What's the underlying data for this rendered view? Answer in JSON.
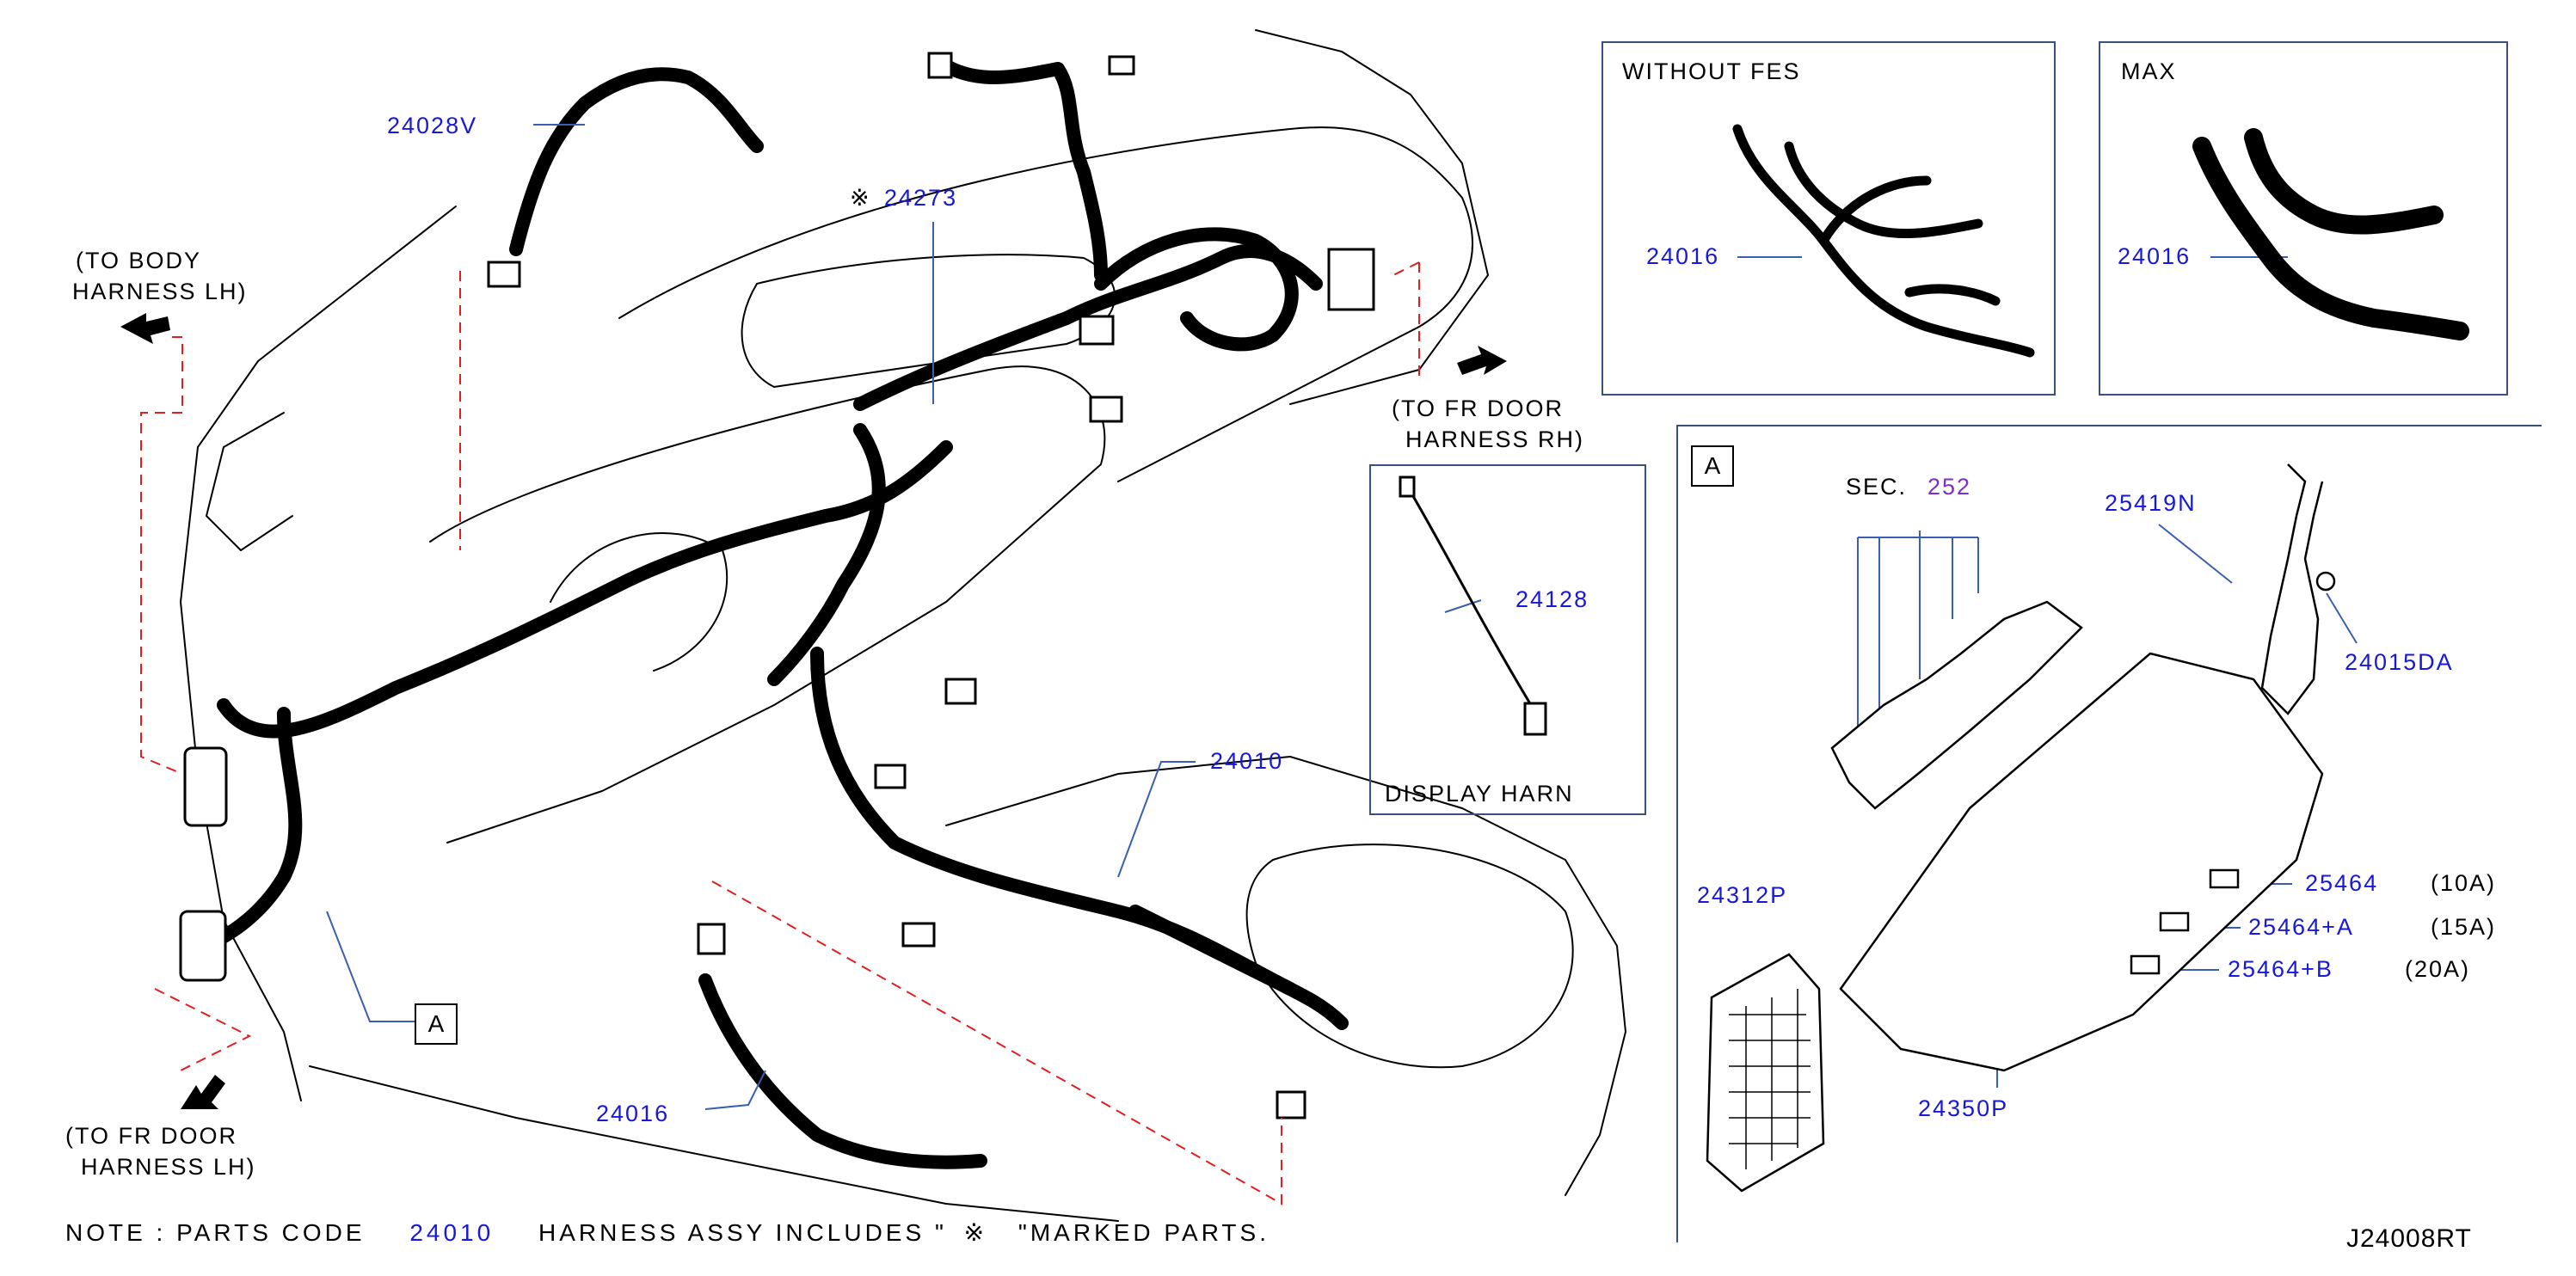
{
  "diagram_code": "J24008RT",
  "labels": {
    "to_body_harness_lh": [
      "(TO  BODY",
      "HARNESS  LH)"
    ],
    "to_fr_door_harness_rh": [
      "(TO  FR  DOOR",
      "HARNESS  RH)"
    ],
    "to_fr_door_harness_lh": [
      "(TO  FR  DOOR",
      "HARNESS  LH)"
    ],
    "display_harn": "DISPLAY  HARN",
    "without_fes": "WITHOUT  FES",
    "max": "MAX",
    "sec": "SEC.",
    "sec_number": "252",
    "callout_a": "A",
    "amp_10": "(10A)",
    "amp_15": "(15A)",
    "amp_20": "(20A)",
    "marked_symbol": "※"
  },
  "parts": {
    "p24028V": "24028V",
    "p24273": "24273",
    "p24010": "24010",
    "p24016_main": "24016",
    "p24016_without_fes": "24016",
    "p24016_max": "24016",
    "p24128": "24128",
    "p24312P": "24312P",
    "p24350P": "24350P",
    "p25419N": "25419N",
    "p24015DA": "24015DA",
    "p25464": "25464",
    "p25464A": "25464+A",
    "p25464B": "25464+B"
  },
  "note": {
    "prefix": "NOTE  :  PARTS  CODE",
    "code": "24010",
    "middle": "HARNESS  ASSY     INCLUDES  \"",
    "symbol": "※",
    "suffix": "\"MARKED  PARTS."
  },
  "colors": {
    "part_link": "#1818d8",
    "section_link": "#7a2fd0",
    "leader_line": "#3a5fb0",
    "dashed_guide": "#e02020",
    "frame": "#3a4f7a",
    "harness": "#000000"
  }
}
